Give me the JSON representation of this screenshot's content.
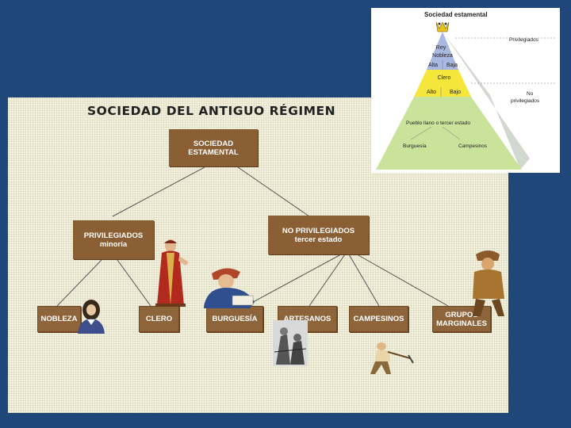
{
  "diagram": {
    "title": "SOCIEDAD DEL ANTIGUO RÉGIMEN",
    "root": {
      "line1": "SOCIEDAD",
      "line2": "ESTAMENTAL"
    },
    "privileged": {
      "line1": "PRIVILEGIADOS",
      "line2": "minoría"
    },
    "non_privileged": {
      "line1": "NO PRIVILEGIADOS",
      "line2": "tercer estado"
    },
    "leaves": {
      "nobleza": "NOBLEZA",
      "clero": "CLERO",
      "burguesia": "BURGUESÍA",
      "artesanos": "ARTESANOS",
      "campesinos": "CAMPESINOS",
      "grupos_line1": "GRUPOS",
      "grupos_line2": "MARGINALES"
    }
  },
  "pyramid": {
    "title": "Sociedad estamental",
    "rey": "Rey",
    "nobleza": "Nobleza",
    "alta": "Alta",
    "baja": "Baja",
    "clero": "Clero",
    "alto": "Alto",
    "bajo": "Bajo",
    "pueblo": "Pueblo llano o tercer estado",
    "burguesia": "Burguesía",
    "campesinos": "Campesinos",
    "privilegiados": "Privilegiados",
    "no_priv_line1": "No",
    "no_priv_line2": "privilegiados",
    "colors": {
      "top": "#a9b8e0",
      "middle": "#f4e63a",
      "base": "#c9e39a",
      "side": "#d2d8cf"
    }
  }
}
